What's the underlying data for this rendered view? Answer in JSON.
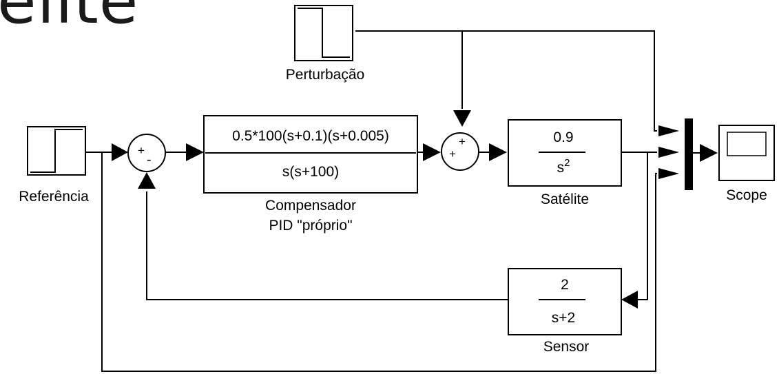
{
  "slide_title": "elite",
  "blocks": {
    "reference": {
      "label": "Referência"
    },
    "disturbance": {
      "label": "Perturbação"
    },
    "summer_feedback": {
      "sign_top": "+",
      "sign_bottom": "-"
    },
    "compensator": {
      "numerator": "0.5*100(s+0.1)(s+0.005)",
      "denominator": "s(s+100)",
      "label_line1": "Compensador",
      "label_line2": "PID \"próprio\""
    },
    "summer_disturbance": {
      "sign_left": "+",
      "sign_top": "+"
    },
    "satellite": {
      "numerator": "0.9",
      "denominator_base": "s",
      "denominator_exp": "2",
      "label": "Satélite"
    },
    "sensor": {
      "numerator": "2",
      "denominator": "s+2",
      "label": "Sensor"
    },
    "scope": {
      "label": "Scope"
    }
  },
  "colors": {
    "line": "#000000",
    "background": "#ffffff",
    "title": "#1a1a1a"
  }
}
